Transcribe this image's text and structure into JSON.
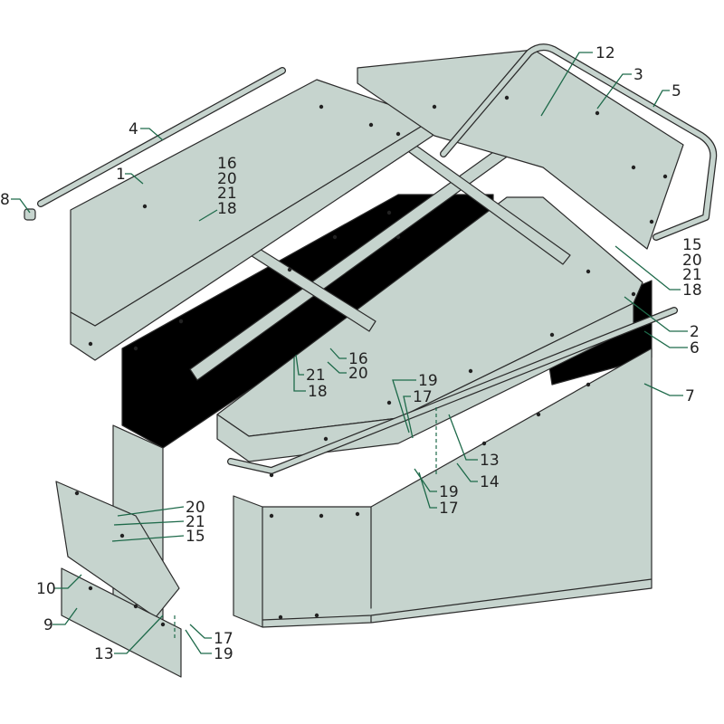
{
  "diagram": {
    "type": "exploded-parts-diagram",
    "colors": {
      "panel": "#c6d4ce",
      "panel_inner": "#8eada3",
      "leader": "#1e6a4a",
      "outline": "#2b2b2b"
    },
    "callouts": [
      "12",
      "3",
      "5",
      "4",
      "1",
      "16",
      "20",
      "21",
      "18",
      "8",
      "15",
      "20",
      "21",
      "18",
      "2",
      "6",
      "7",
      "16",
      "20",
      "21",
      "18",
      "19",
      "17",
      "13",
      "14",
      "19",
      "17",
      "20",
      "21",
      "15",
      "10",
      "9",
      "13",
      "17",
      "19"
    ]
  }
}
